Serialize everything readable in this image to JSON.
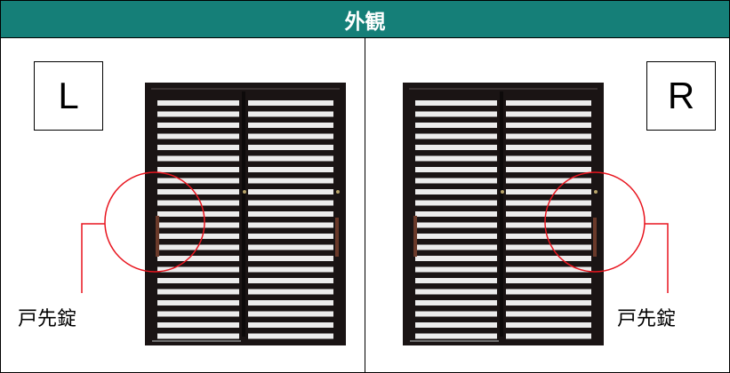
{
  "header": {
    "title": "外観"
  },
  "panels": [
    {
      "id": "left",
      "direction_label": "L",
      "lock_label": "戸先錠"
    },
    {
      "id": "right",
      "direction_label": "R",
      "lock_label": "戸先錠"
    }
  ],
  "colors": {
    "header_bg": "#157f78",
    "door_frame": "#1a1414",
    "louver": "#ececec",
    "callout": "#e8141e",
    "handle": "#6b3a2a"
  }
}
